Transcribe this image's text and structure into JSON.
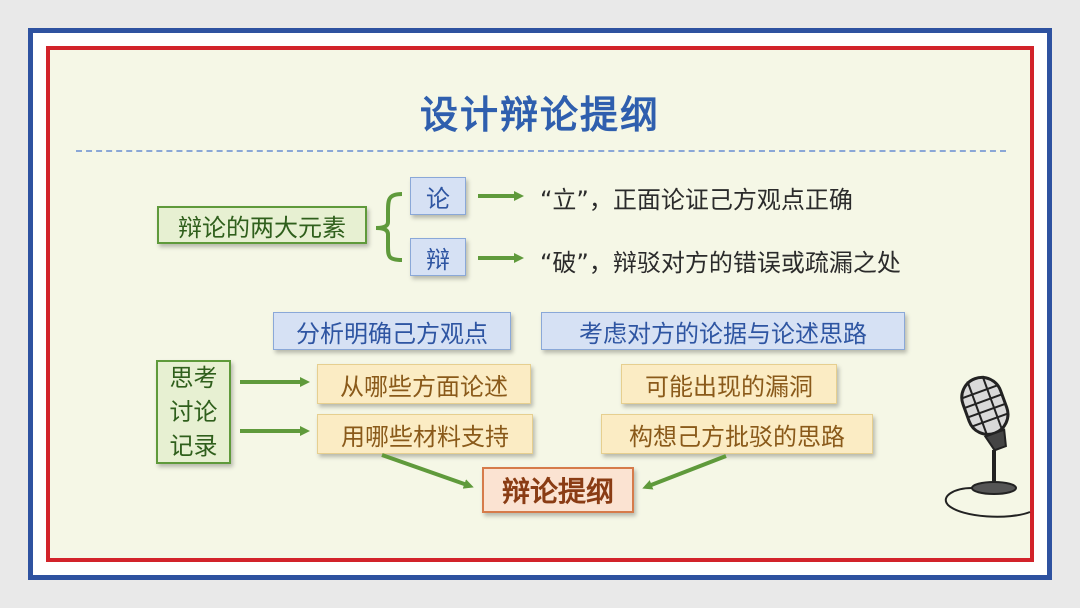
{
  "title": "设计辩论提纲",
  "elements": {
    "root": "辩论的两大元素",
    "items": [
      {
        "label": "论",
        "desc": "“立”，正面论证己方观点正确"
      },
      {
        "label": "辩",
        "desc": "“破”，辩驳对方的错误或疏漏之处"
      }
    ]
  },
  "thinking": {
    "label_lines": [
      "思考",
      "讨论",
      "记录"
    ],
    "header_left": "分析明确己方观点",
    "header_right": "考虑对方的论据与论述思路",
    "left_items": [
      "从哪些方面论述",
      "用哪些材料支持"
    ],
    "right_items": [
      "可能出现的漏洞",
      "构想己方批驳的思路"
    ],
    "result": "辩论提纲"
  },
  "colors": {
    "title": "#2f5fae",
    "frame_outer": "#2e52a0",
    "frame_inner": "#d2232a",
    "background": "#f5f7e6",
    "arrow": "#5f9a3b"
  },
  "icons": [
    "microphone-icon"
  ]
}
